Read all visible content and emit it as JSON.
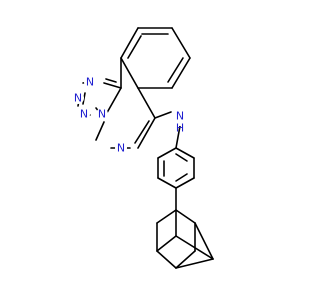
{
  "colors": {
    "background": "#ffffff",
    "bond": "#000000",
    "nitrogen": "#1f1fd0"
  },
  "atoms": [
    {
      "id": "n_ring_top",
      "label": "N",
      "element": "nitrogen"
    },
    {
      "id": "n_ring_left_upper",
      "label": "N",
      "element": "nitrogen"
    },
    {
      "id": "n_ring_left_lower",
      "label": "N",
      "element": "nitrogen"
    },
    {
      "id": "n_bridge",
      "label": "N",
      "element": "nitrogen"
    },
    {
      "id": "n_diazine",
      "label": "N",
      "element": "nitrogen"
    },
    {
      "id": "n_amine",
      "label": "N",
      "element": "nitrogen"
    },
    {
      "id": "h_amine",
      "label": "H",
      "element": "nitrogen"
    }
  ]
}
